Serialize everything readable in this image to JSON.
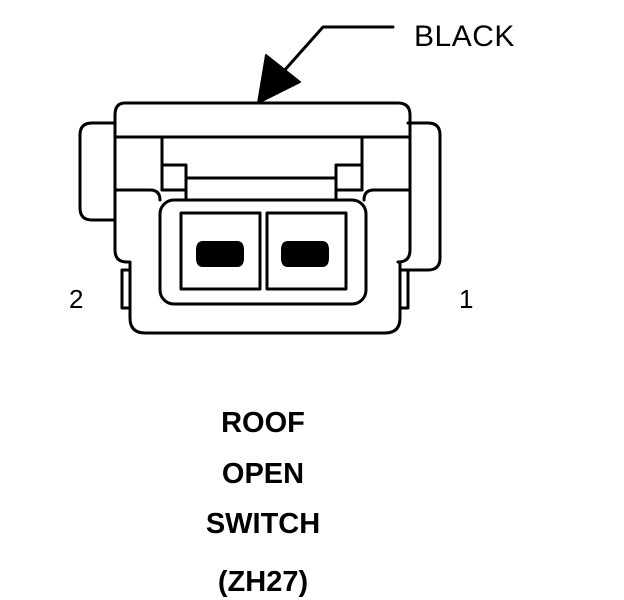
{
  "connector": {
    "color_label": "BLACK",
    "pin_labels": {
      "left": "2",
      "right": "1"
    },
    "title_lines": [
      "ROOF",
      "OPEN",
      "SWITCH",
      "(ZH27)"
    ],
    "pin_count": 2
  },
  "colors": {
    "line": "#000000",
    "background": "#ffffff"
  }
}
